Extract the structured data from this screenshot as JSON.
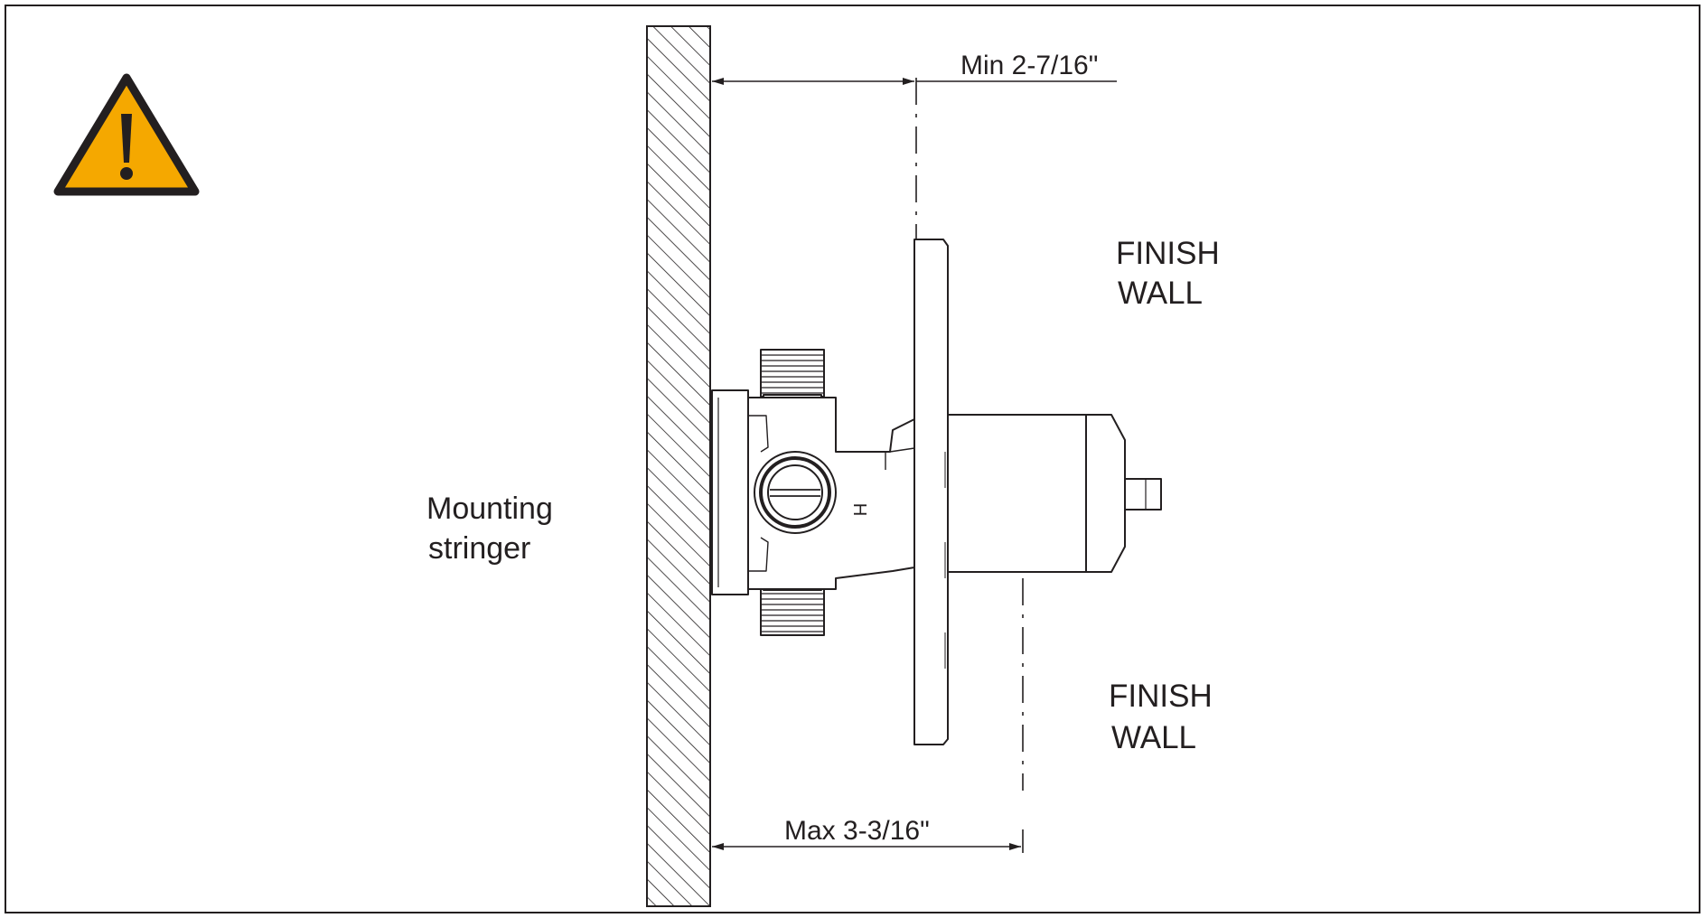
{
  "labels": {
    "min_dim": "Min 2-7/16\"",
    "max_dim": "Max 3-3/16\"",
    "finish_wall_upper": [
      "FINISH",
      "WALL"
    ],
    "finish_wall_lower": [
      "FINISH",
      "WALL"
    ],
    "mounting_stringer": [
      "Mounting",
      "stringer"
    ],
    "hot_marker": "H"
  },
  "warning": {
    "icon": "warning-triangle-icon",
    "symbol": "!",
    "fill_color": "#f5a800"
  },
  "colors": {
    "line": "#231f20",
    "warning": "#f5a800"
  }
}
